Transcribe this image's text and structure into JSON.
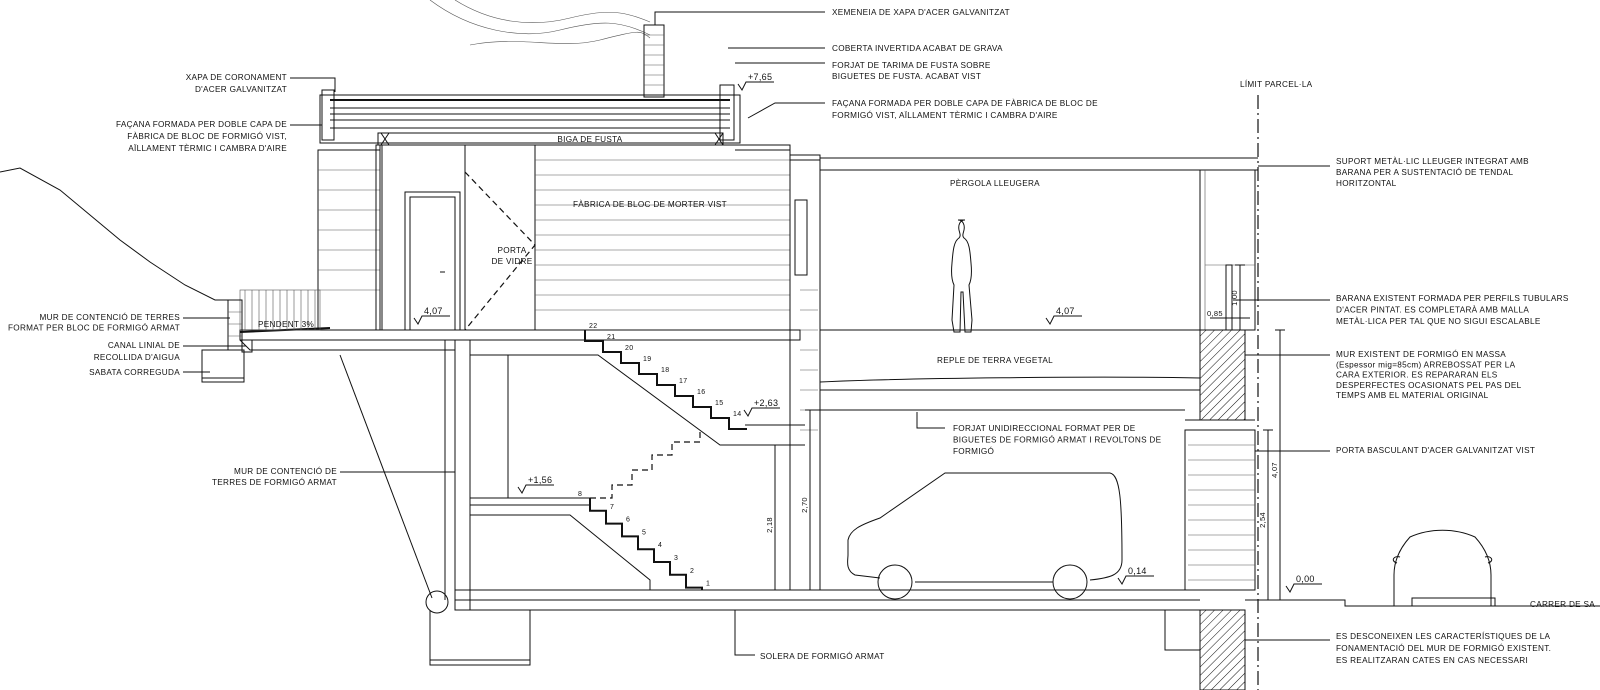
{
  "labels": {
    "xapa_coronament": [
      "XAPA DE CORONAMENT",
      "D'ACER GALVANITZAT"
    ],
    "facana_left": [
      "FAÇANA FORMADA PER DOBLE CAPA DE",
      "FÀBRICA DE BLOC DE FORMIGÓ VIST,",
      "AÏLLAMENT TÈRMIC I CAMBRA D'AIRE"
    ],
    "mur_bloc": [
      "MUR DE CONTENCIÓ DE TERRES",
      "FORMAT PER BLOC DE FORMIGÓ ARMAT"
    ],
    "canal": [
      "CANAL LINIAL DE",
      "RECOLLIDA D'AIGUA"
    ],
    "sabata": [
      "SABATA CORREGUDA"
    ],
    "mur_armat": [
      "MUR DE CONTENCIÓ DE",
      "TERRES DE FORMIGÓ ARMAT"
    ],
    "xemeneia": [
      "XEMENEIA DE XAPA D'ACER GALVANITZAT"
    ],
    "coberta": [
      "COBERTA INVERTIDA ACABAT DE GRAVA"
    ],
    "forjat_tarima": [
      "FORJAT DE TARIMA DE FUSTA SOBRE",
      "BIGUETES DE FUSTA. ACABAT VIST"
    ],
    "facana_right": [
      "FAÇANA FORMADA PER DOBLE CAPA DE FÀBRICA DE BLOC DE",
      "FORMIGÓ VIST, AÏLLAMENT TÈRMIC I CAMBRA D'AIRE"
    ],
    "limit": [
      "LÍMIT PARCEL·LA"
    ],
    "suport": [
      "SUPORT METÀL·LIC LLEUGER INTEGRAT AMB",
      "BARANA PER A SUSTENTACIÓ DE TENDAL",
      "HORITZONTAL"
    ],
    "barana": [
      "BARANA EXISTENT FORMADA PER PERFILS TUBULARS",
      "D'ACER PINTAT. ES COMPLETARÀ AMB MALLA",
      "METÀL·LICA PER TAL QUE NO SIGUI ESCALABLE"
    ],
    "mur_existent": [
      "MUR EXISTENT DE FORMIGÓ EN MASSA",
      "(Espessor mig=85cm) ARREBOSSAT PER LA",
      "CARA EXTERIOR. ES REPARARAN ELS",
      "DESPERFECTES OCASIONATS PEL PAS DEL",
      "TEMPS AMB EL MATERIAL ORIGINAL"
    ],
    "porta_basculant": [
      "PORTA BASCULANT D'ACER GALVANITZAT VIST"
    ],
    "carrer": [
      "CARRER DE SA"
    ],
    "fonamentacio": [
      "ES DESCONEIXEN LES CARACTERÍSTIQUES DE LA",
      "FONAMENTACIÓ DEL MUR DE FORMIGÓ EXISTENT.",
      "ES REALITZARAN CATES EN CAS NECESSARI"
    ],
    "solera": [
      "SOLERA DE FORMIGÓ ARMAT"
    ],
    "forjat_unidireccional": [
      "FORJAT UNIDIRECCIONAL FORMAT PER DE",
      "BIGUETES DE FORMIGÓ ARMAT I REVOLTONS DE",
      "FORMIGÓ"
    ],
    "biga": [
      "BIGA DE FUSTA"
    ],
    "fabrica_morter": [
      "FÀBRICA DE BLOC DE MORTER VIST"
    ],
    "porta_vidre": [
      "PORTA",
      "DE VIDRE"
    ],
    "pergola": [
      "PÈRGOLA LLEUGERA"
    ],
    "reple": [
      "REPLE DE TERRA VEGETAL"
    ],
    "pendent": [
      "PENDENT 3%"
    ]
  },
  "levels": {
    "roof": "+7,65",
    "upper_floor": "4,07",
    "terrace": "4,07",
    "stair_mid": "+2,63",
    "landing": "+1,56",
    "garage": "0,14",
    "street": "0,00"
  },
  "dimensions": {
    "stair_height": "2,18",
    "garage_height": "2,70",
    "door_height": "2,54",
    "total_height": "4,07",
    "railing_height": "1,00",
    "railing_offset": "0,85"
  },
  "stairs": {
    "upper_steps": [
      "22",
      "21",
      "20",
      "19",
      "18",
      "17",
      "16",
      "15",
      "14"
    ],
    "lower_steps": [
      "8",
      "7",
      "6",
      "5",
      "4",
      "3",
      "2",
      "1"
    ]
  }
}
